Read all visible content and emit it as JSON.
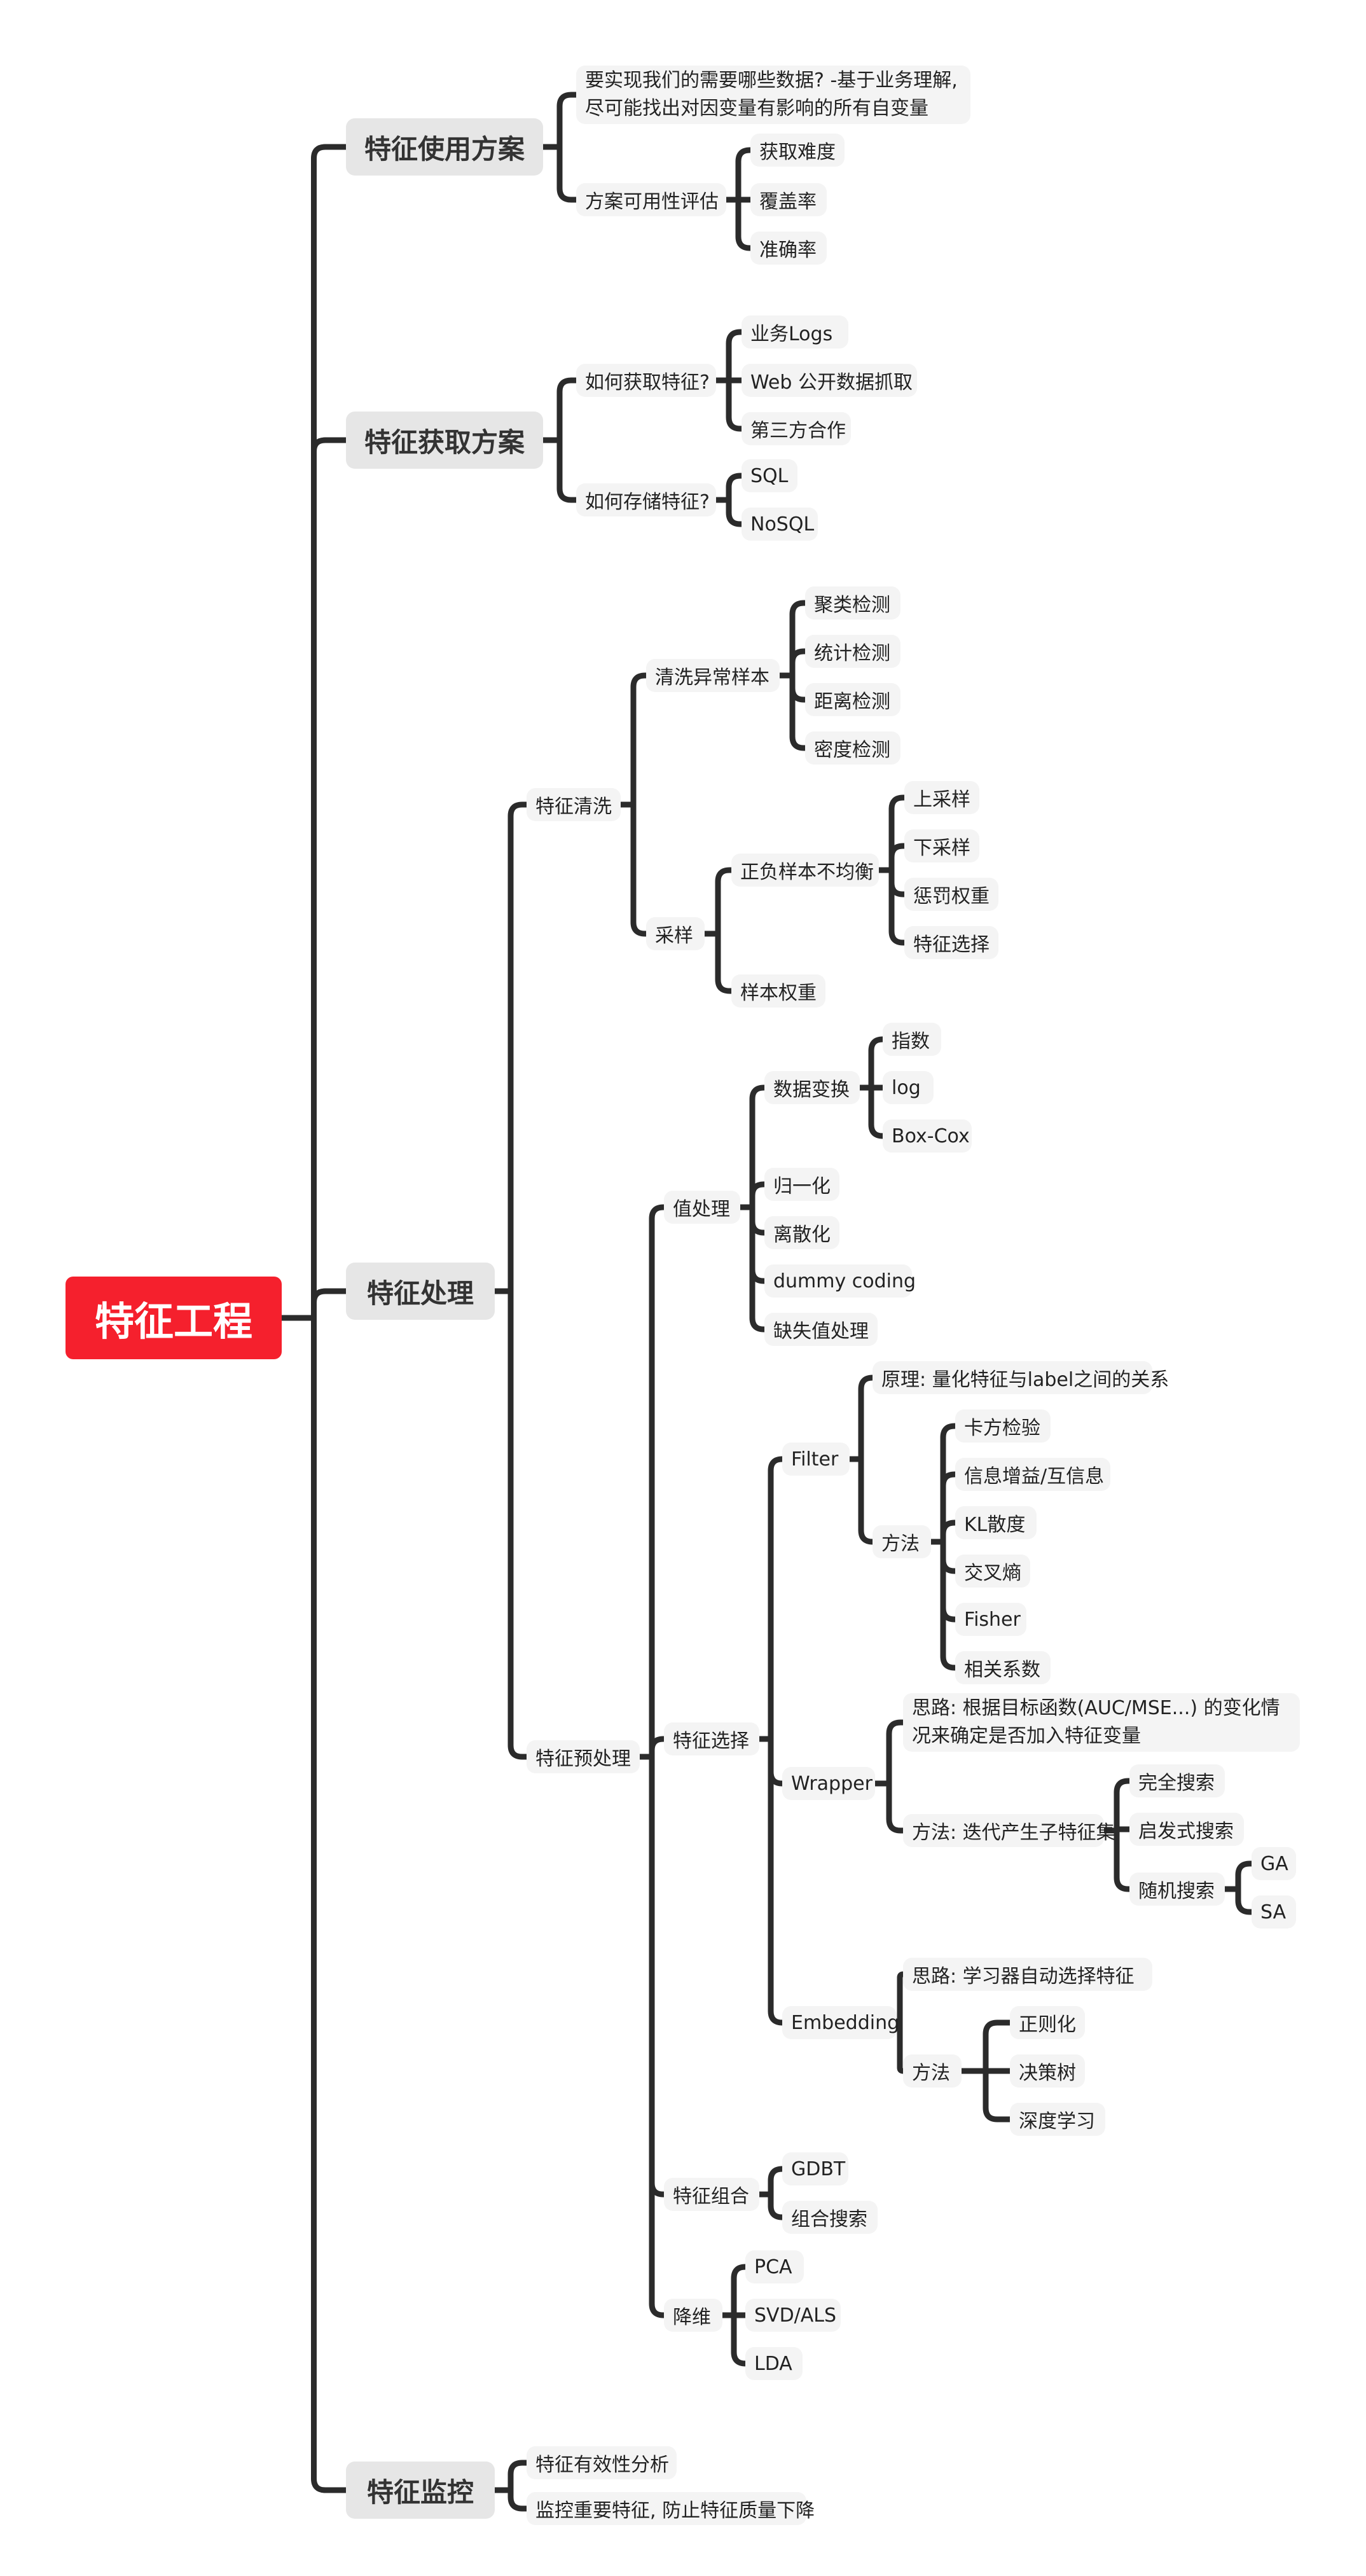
{
  "root": "特征工程",
  "usage": {
    "title": "特征使用方案",
    "need": "要实现我们的需要哪些数据? -基于业务理解, 尽可能找出对因变量有影响的所有自变量",
    "eval": "方案可用性评估",
    "eval_items": [
      "获取难度",
      "覆盖率",
      "准确率"
    ]
  },
  "acquire": {
    "title": "特征获取方案",
    "how_get": "如何获取特征?",
    "get_items": [
      "业务Logs",
      "Web 公开数据抓取",
      "第三方合作"
    ],
    "how_store": "如何存储特征?",
    "store_items": [
      "SQL",
      "NoSQL"
    ]
  },
  "processing": {
    "title": "特征处理",
    "clean": {
      "title": "特征清洗",
      "abnormal": "清洗异常样本",
      "abnormal_items": [
        "聚类检测",
        "统计检测",
        "距离检测",
        "密度检测"
      ],
      "sampling": "采样",
      "imbalance": "正负样本不均衡",
      "imbalance_items": [
        "上采样",
        "下采样",
        "惩罚权重",
        "特征选择"
      ],
      "sample_weight": "样本权重"
    },
    "pre": {
      "title": "特征预处理",
      "value": {
        "title": "值处理",
        "transform": "数据变换",
        "transform_items": [
          "指数",
          "log",
          "Box-Cox"
        ],
        "items": [
          "归一化",
          "离散化",
          "dummy coding",
          "缺失值处理"
        ]
      },
      "select": {
        "title": "特征选择",
        "filter": {
          "title": "Filter",
          "principle": "原理: 量化特征与label之间的关系",
          "method": "方法",
          "methods": [
            "卡方检验",
            "信息增益/互信息",
            "KL散度",
            "交叉熵",
            "Fisher",
            "相关系数"
          ]
        },
        "wrapper": {
          "title": "Wrapper",
          "idea": "思路: 根据目标函数(AUC/MSE...) 的变化情况来确定是否加入特征变量",
          "method": "方法: 迭代产生子特征集",
          "full": "完全搜索",
          "heuristic": "启发式搜索",
          "random": "随机搜索",
          "random_items": [
            "GA",
            "SA"
          ]
        },
        "embedding": {
          "title": "Embedding",
          "idea": "思路: 学习器自动选择特征",
          "method": "方法",
          "methods": [
            "正则化",
            "决策树",
            "深度学习"
          ]
        }
      },
      "combine": {
        "title": "特征组合",
        "items": [
          "GDBT",
          "组合搜索"
        ]
      },
      "reduce": {
        "title": "降维",
        "items": [
          "PCA",
          "SVD/ALS",
          "LDA"
        ]
      }
    }
  },
  "monitor": {
    "title": "特征监控",
    "items": [
      "特征有效性分析",
      "监控重要特征, 防止特征质量下降"
    ]
  }
}
